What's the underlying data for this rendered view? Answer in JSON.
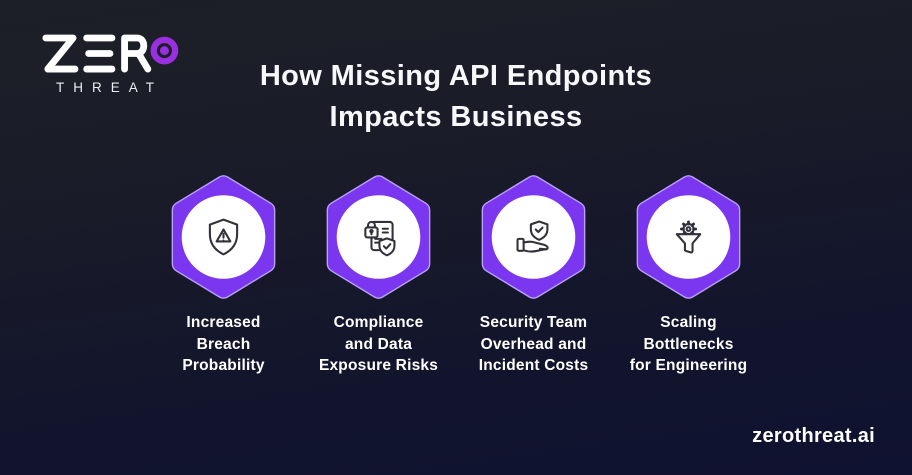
{
  "brand": {
    "logo_text": "ZERO",
    "logo_sub": "THREAT"
  },
  "title": {
    "line1": "How Missing API Endpoints",
    "line2": "Impacts Business"
  },
  "items": [
    {
      "icon": "shield-warning-icon",
      "lines": [
        "Increased",
        "Breach",
        "Probability"
      ]
    },
    {
      "icon": "compliance-document-icon",
      "lines": [
        "Compliance",
        "and Data",
        "Exposure Risks"
      ]
    },
    {
      "icon": "hand-shield-icon",
      "lines": [
        "Security Team",
        "Overhead and",
        "Incident Costs"
      ]
    },
    {
      "icon": "funnel-gear-icon",
      "lines": [
        "Scaling",
        "Bottlenecks",
        "for Engineering"
      ]
    }
  ],
  "footer": {
    "website": "zerothreat.ai"
  },
  "colors": {
    "background_top": "#1d1f27",
    "background_bottom": "#0f1231",
    "hexagon_fill": "#7b36f0",
    "hexagon_rim": "#b9a0f8",
    "icon_circle": "#ffffff",
    "icon_stroke": "#31313b",
    "logo_target": "#9a2fe0",
    "text": "#ffffff"
  }
}
